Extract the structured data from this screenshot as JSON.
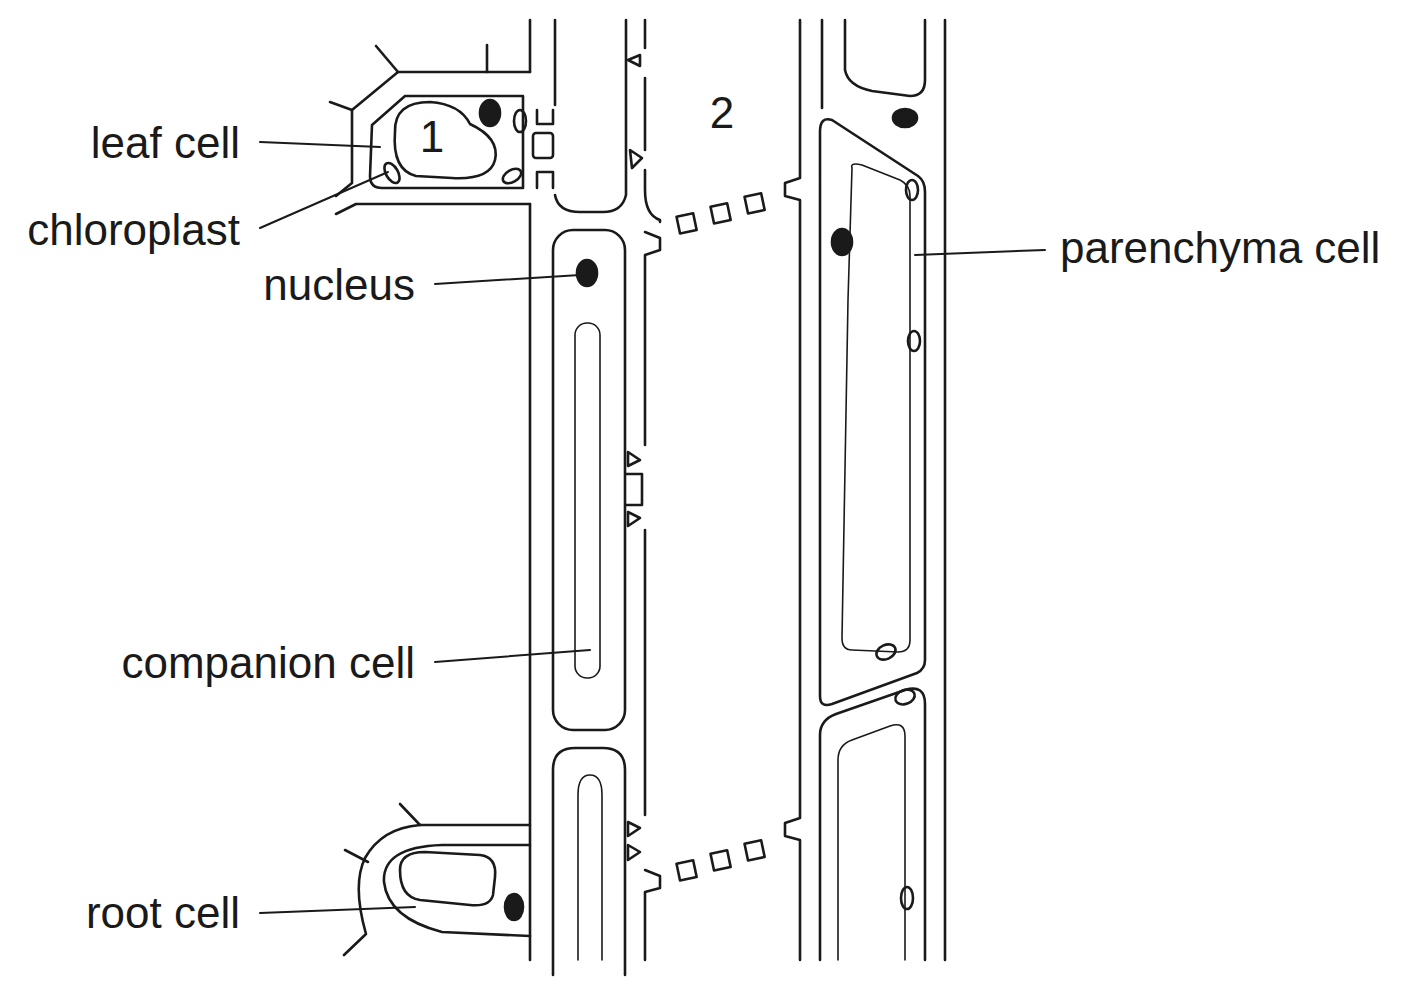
{
  "diagram": {
    "labels": [
      "2",
      "1",
      "leaf cell",
      "chloroplast",
      "parenchyma cell",
      "nucleus",
      "companion cell",
      "root cell"
    ]
  }
}
